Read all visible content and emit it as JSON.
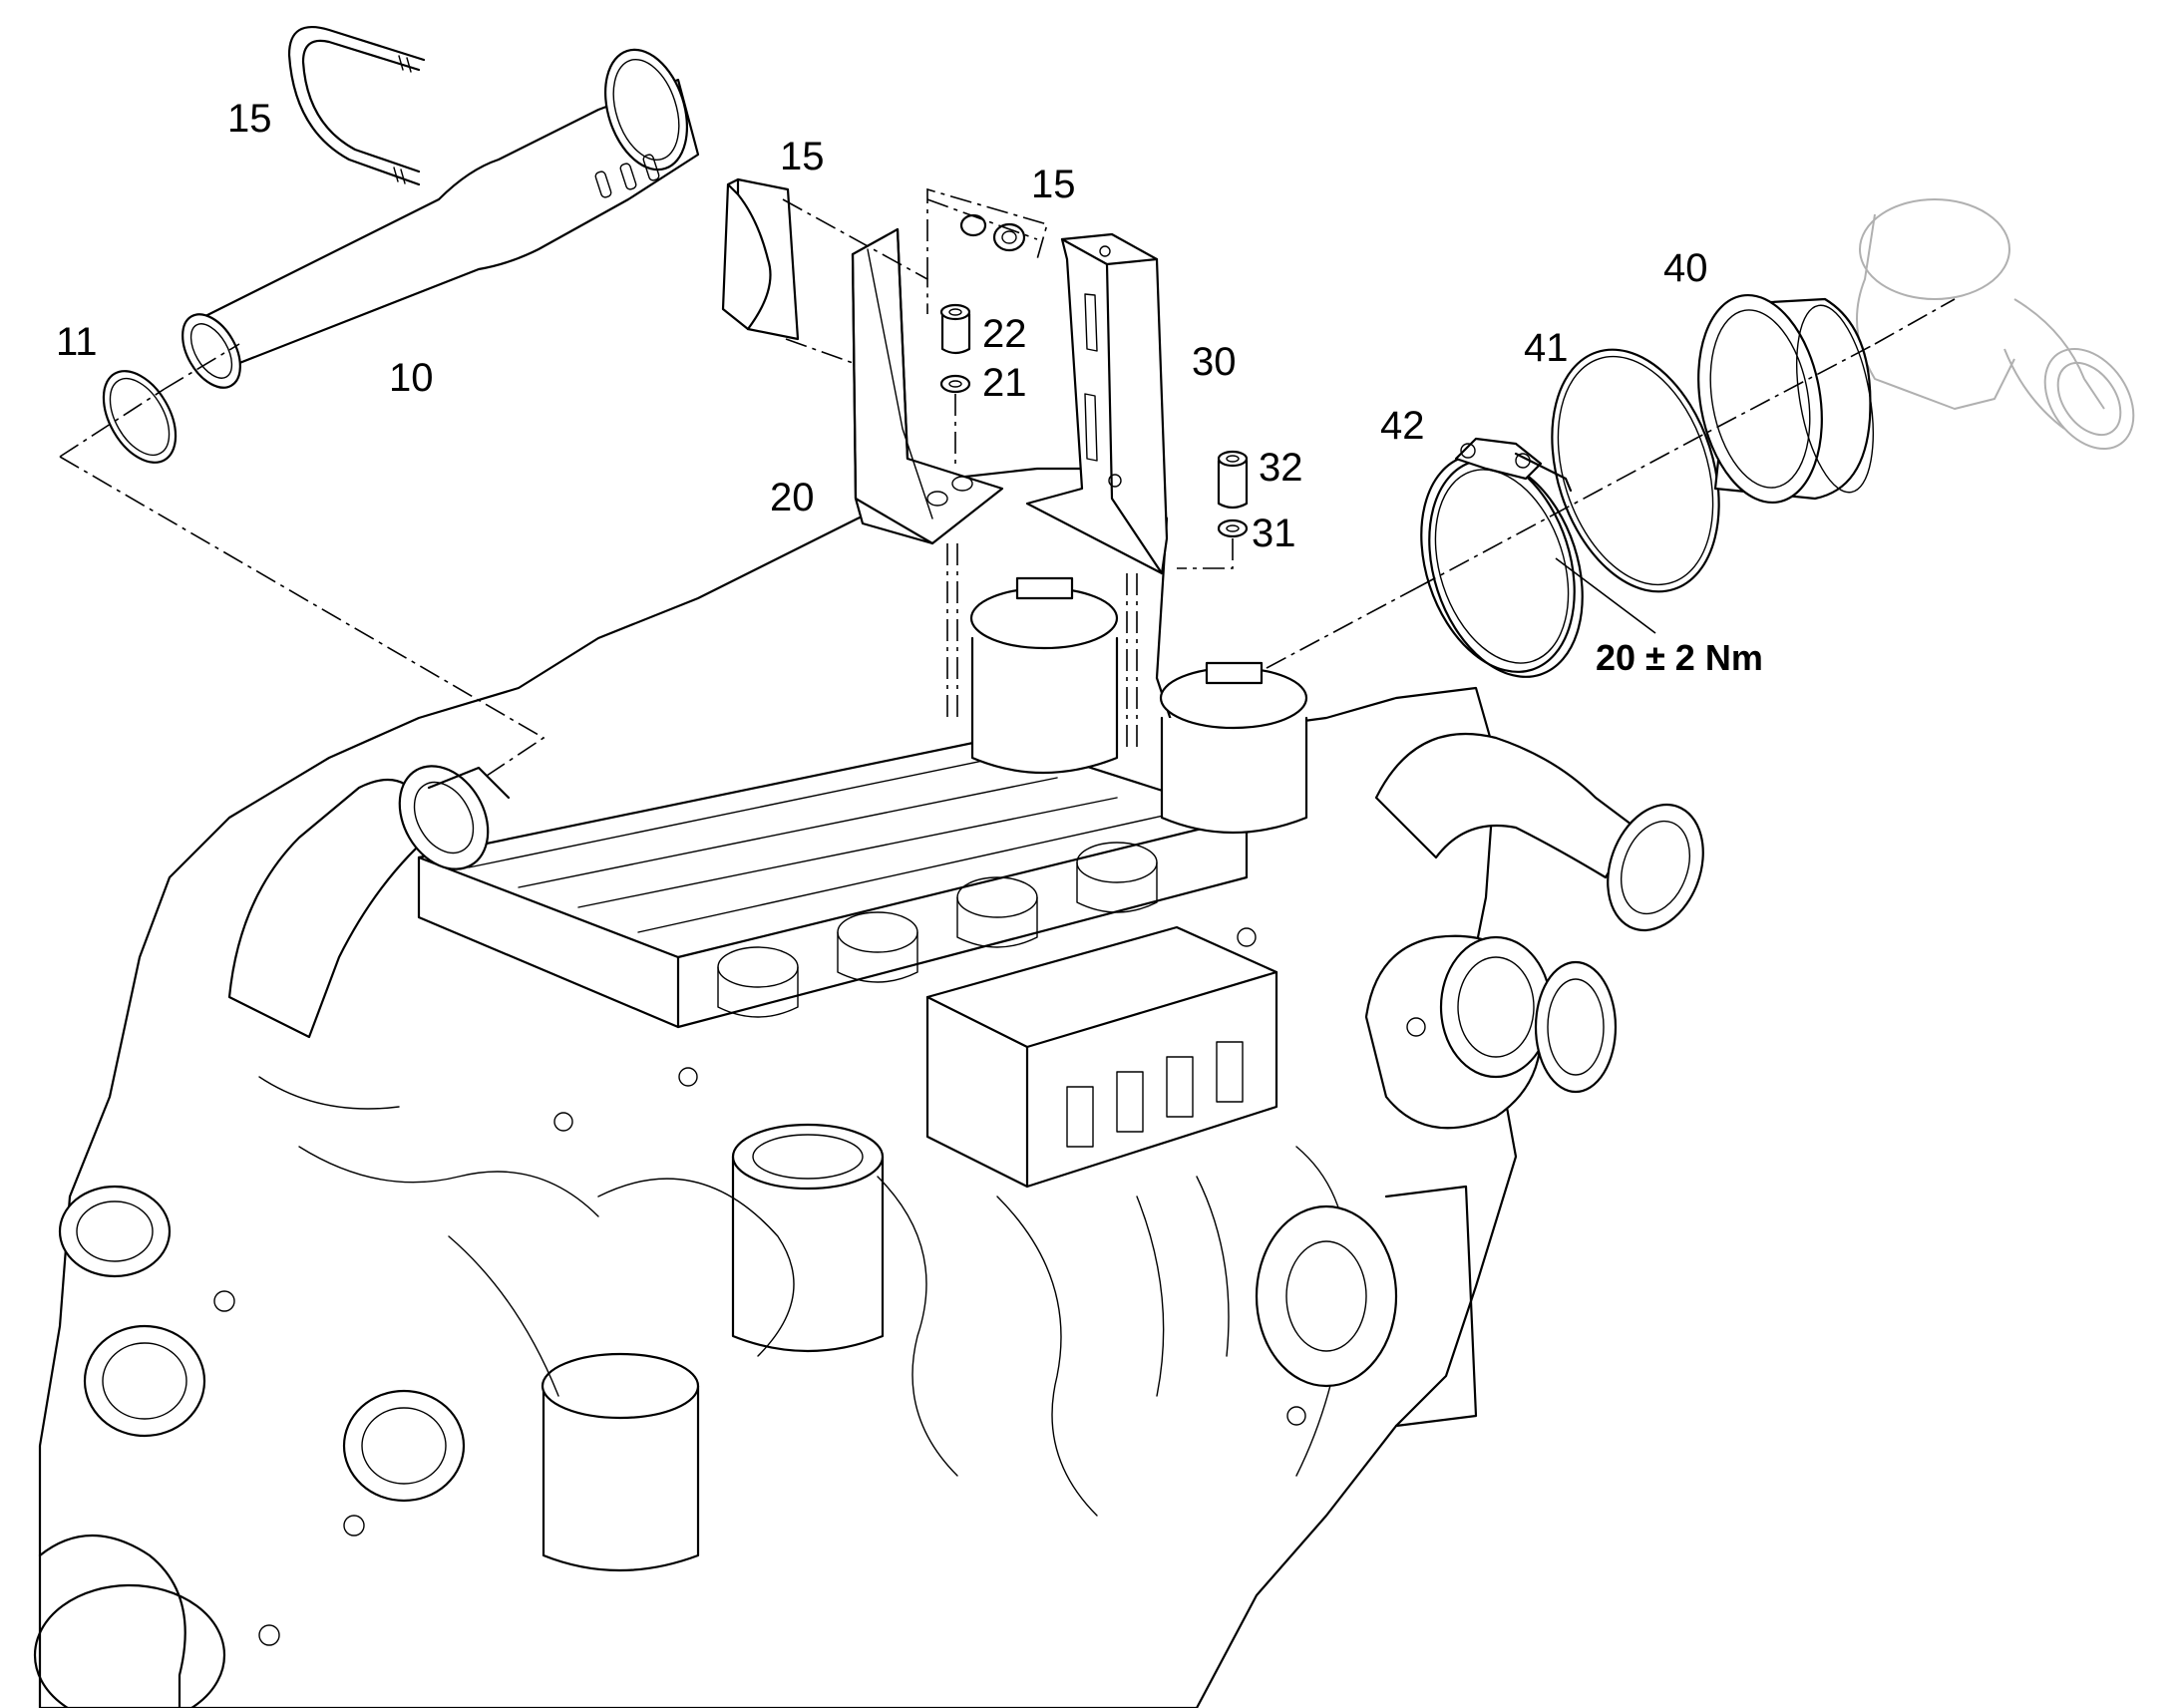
{
  "callouts": {
    "c10": "10",
    "c11": "11",
    "c15a": "15",
    "c15b": "15",
    "c15c": "15",
    "c20": "20",
    "c21": "21",
    "c22": "22",
    "c30": "30",
    "c31": "31",
    "c32": "32",
    "c40": "40",
    "c41": "41",
    "c42": "42"
  },
  "torque": "20 ± 2 Nm",
  "colors": {
    "line": "#000000",
    "ghost": "#b0b0b0",
    "background": "#ffffff"
  }
}
